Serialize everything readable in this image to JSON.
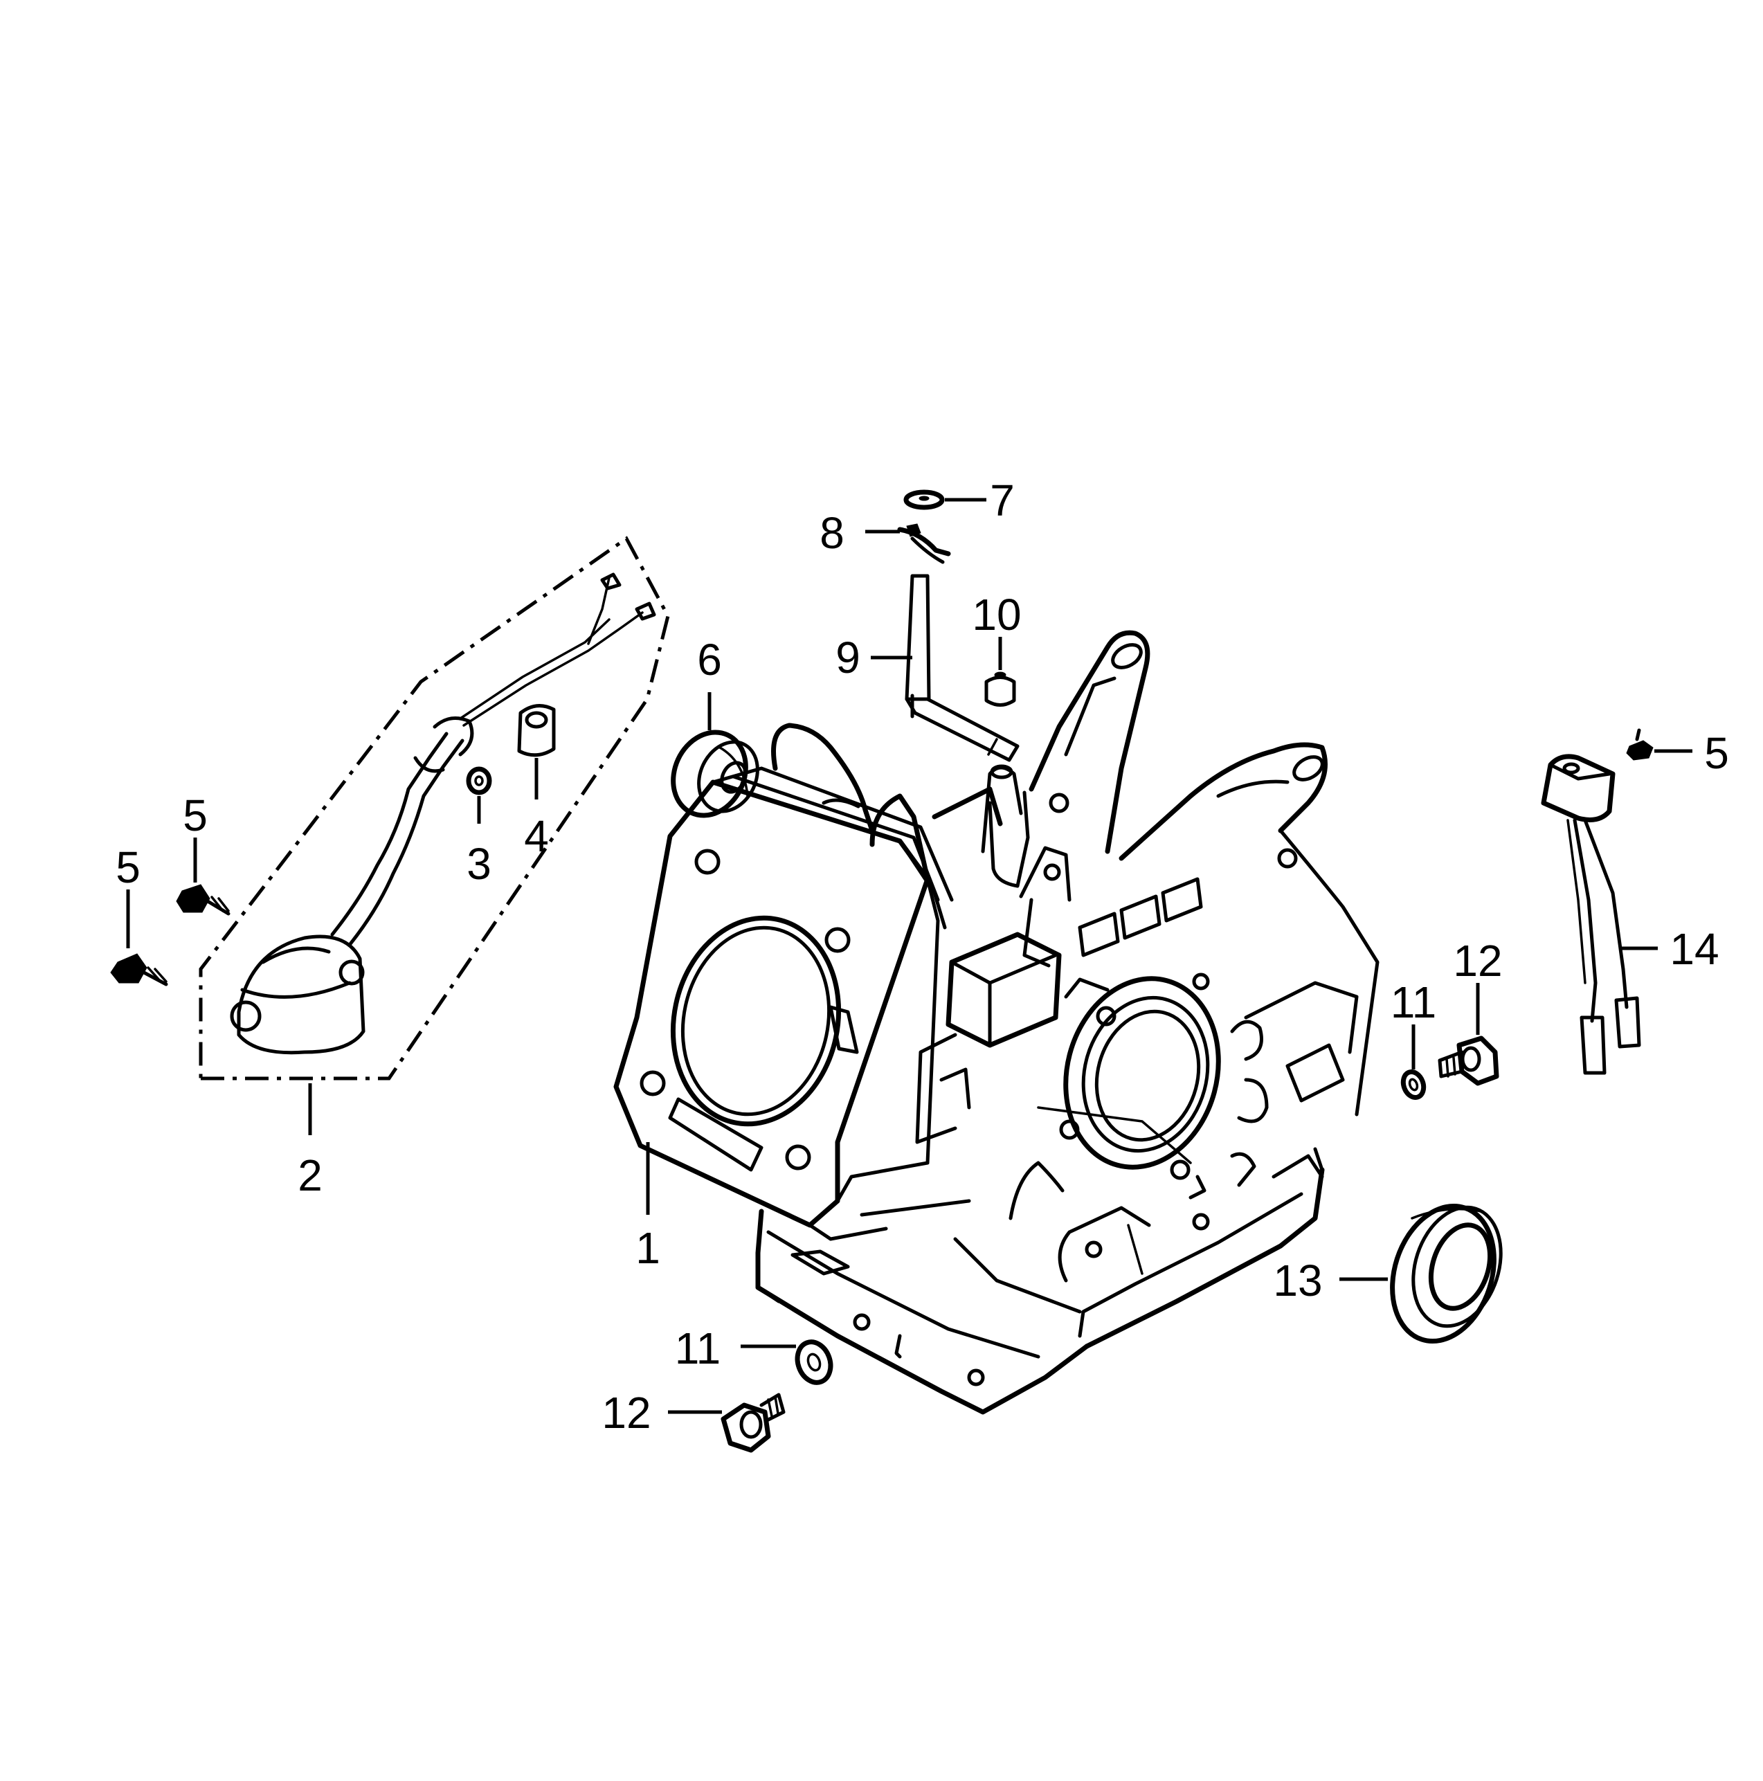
{
  "callouts": {
    "c1": "1",
    "c2": "2",
    "c3": "3",
    "c4": "4",
    "c5_left": "5",
    "c5_mid": "5",
    "c5_right": "5",
    "c6": "6",
    "c7": "7",
    "c8": "8",
    "c9": "9",
    "c10": "10",
    "c11_right": "11",
    "c11_bottom": "11",
    "c12_right": "12",
    "c12_bottom": "12",
    "c13": "13",
    "c14": "14"
  }
}
